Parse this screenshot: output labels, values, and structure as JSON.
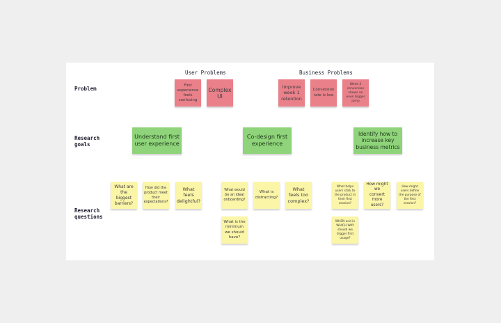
{
  "column_headers": {
    "user": "User Problems",
    "business": "Business Problems"
  },
  "row_labels": {
    "problem": "Problem",
    "goals": "Research\ngoals",
    "questions": "Research\nquestions"
  },
  "colors": {
    "problem_note": "#e9808a",
    "goal_note": "#8fd37a",
    "question_note": "#fbf5a8",
    "board": "#ffffff",
    "canvas": "#efefef"
  },
  "problems": [
    "First experience feels confusing",
    "Complex UI",
    "Improve week 1 retention",
    "Conversion rate is low",
    "Week 2 conversion shows an even bigger jump"
  ],
  "goals": [
    "Understand first user experience",
    "Co-design first experience",
    "Identify how to increase key business metrics"
  ],
  "questions": [
    "What are the biggest barriers?",
    "How did the product meet their expectations?",
    "What feels delightful?",
    "What would be an ideal onboarding?",
    "What is distracting?",
    "What feels too complex?",
    "What is the minimum we should have?",
    "What helps users stick to the product in their first session?",
    "How might we convert more users?",
    "How might users define the purpose of the first session?",
    "WHEN and in WHICH WAY should we trigger first usage?"
  ]
}
